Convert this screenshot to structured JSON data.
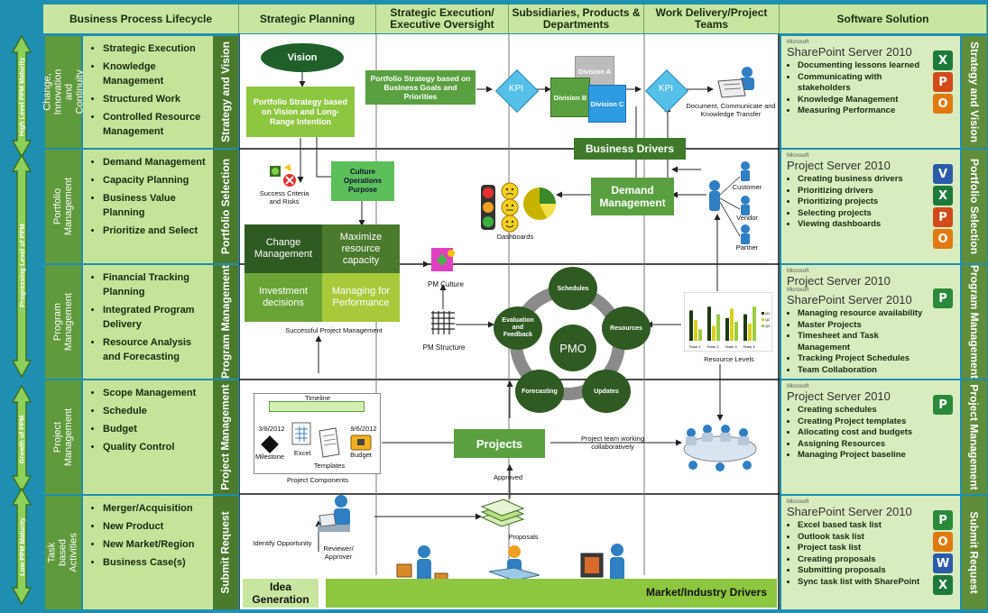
{
  "header": {
    "lifecycle": "Business Process Lifecycle",
    "strategic": "Strategic Planning",
    "execution": "Strategic Execution/ Executive Oversight",
    "subsidiaries": "Subsidiaries, Products & Departments",
    "work_delivery": "Work Delivery/Project Teams",
    "software": "Software Solution"
  },
  "maturity": {
    "high": "High Level PPM Maturity",
    "progressing": "Progressing Level of PPM",
    "growth": "Growth of PPM",
    "low": "Low PPM Maturity"
  },
  "rows": [
    {
      "label": "Change, Innovation and Continuity",
      "stage": "Strategy and Vision",
      "items": [
        "Strategic Execution",
        "Knowledge Management",
        "Structured Work",
        "Controlled Resource Management"
      ]
    },
    {
      "label": "Portfolio Management",
      "stage": "Portfolio Selection",
      "items": [
        "Demand Management",
        "Capacity Planning",
        "Business Value Planning",
        "Prioritize and Select"
      ]
    },
    {
      "label": "Program Management",
      "stage": "Program Management",
      "items": [
        "Financial Tracking Planning",
        "Integrated Program Delivery",
        "Resource Analysis and Forecasting"
      ]
    },
    {
      "label": "Project Management",
      "stage": "Project Management",
      "items": [
        "Scope Management",
        "Schedule",
        "Budget",
        "Quality Control"
      ]
    },
    {
      "label": "Task based Activities",
      "stage": "Submit Request",
      "items": [
        "Merger/Acquisition",
        "New Product",
        "New Market/Region",
        "Business Case(s)"
      ]
    }
  ],
  "software": [
    {
      "brands": [
        "SharePoint Server 2010"
      ],
      "items": [
        "Documenting lessons learned",
        "Communicating with stakeholders",
        "Knowledge Management",
        "Measuring Performance"
      ]
    },
    {
      "brands": [
        "Project Server 2010"
      ],
      "items": [
        "Creating business drivers",
        "Prioritizing drivers",
        "Prioritizing projects",
        "Selecting projects",
        "Viewing dashboards"
      ]
    },
    {
      "brands": [
        "Project Server 2010",
        "SharePoint Server 2010"
      ],
      "items": [
        "Managing resource availability",
        "Master Projects",
        "Timesheet and Task Management",
        "Tracking Project Schedules",
        "Team Collaboration"
      ]
    },
    {
      "brands": [
        "Project Server 2010"
      ],
      "items": [
        "Creating schedules",
        "Creating Project templates",
        "Allocating cost and budgets",
        "Assigning Resources",
        "Managing Project baseline"
      ]
    },
    {
      "brands": [
        "SharePoint Server 2010"
      ],
      "items": [
        "Excel based task list",
        "Outlook task list",
        "Project task list",
        "Creating proposals",
        "Submitting proposals",
        "Sync task list with SharePoint"
      ]
    }
  ],
  "brand_prefix": "Microsoft",
  "diagram": {
    "vision": "Vision",
    "portfolio_strategy_vision": "Portfolio Strategy based on Vision and Long-Range Intention",
    "portfolio_strategy_goals": "Portfolio Strategy based on Business Goals and Priorities",
    "kpi1": "KPI",
    "kpi2": "KPI",
    "division_a": "Division A",
    "division_b": "Division B",
    "division_c": "Division C",
    "document_label": "Document, Communicate and Knowledge Transfer",
    "business_drivers": "Business Drivers",
    "success_criteria": "Success Criteria and Risks",
    "culture_ops": "Culture Operations Purpose",
    "dashboards": "Dashboards",
    "demand_management": "Demand Management",
    "customer": "Customer",
    "vendor": "Vendor",
    "partner": "Partner",
    "matrix": [
      "Change Management",
      "Maximize resource capacity",
      "Investment decisions",
      "Managing for Performance"
    ],
    "successful_pm": "Successful Project Management",
    "pm_culture": "PM Culture",
    "pm_structure": "PM Structure",
    "pmo": "PMO",
    "pmo_cycle": [
      "Schedules",
      "Resources",
      "Updates",
      "Forecasting",
      "Evaluation and Feedback"
    ],
    "resource_levels": "Resource Levels",
    "timeline": "Timeline",
    "date1": "3/8/2012",
    "date2": "9/6/2012",
    "milestone": "Milestone",
    "excel": "Excel",
    "templates": "Templates",
    "budget": "Budget",
    "project_components": "Project Components",
    "projects": "Projects",
    "team_working": "Project team working collaboratively",
    "approved": "Approved",
    "identify_opportunity": "Identify Opportunity",
    "reviewer": "Reviewer/ Approver",
    "proposals": "Proposals",
    "idea_generation": "Idea Generation",
    "market_drivers": "Market/Industry Drivers"
  },
  "chart_legend": [
    "Q1",
    "Q2",
    "Q3"
  ],
  "chart_categories": [
    "Team 1",
    "Team 2",
    "Team 3",
    "Team 4"
  ]
}
